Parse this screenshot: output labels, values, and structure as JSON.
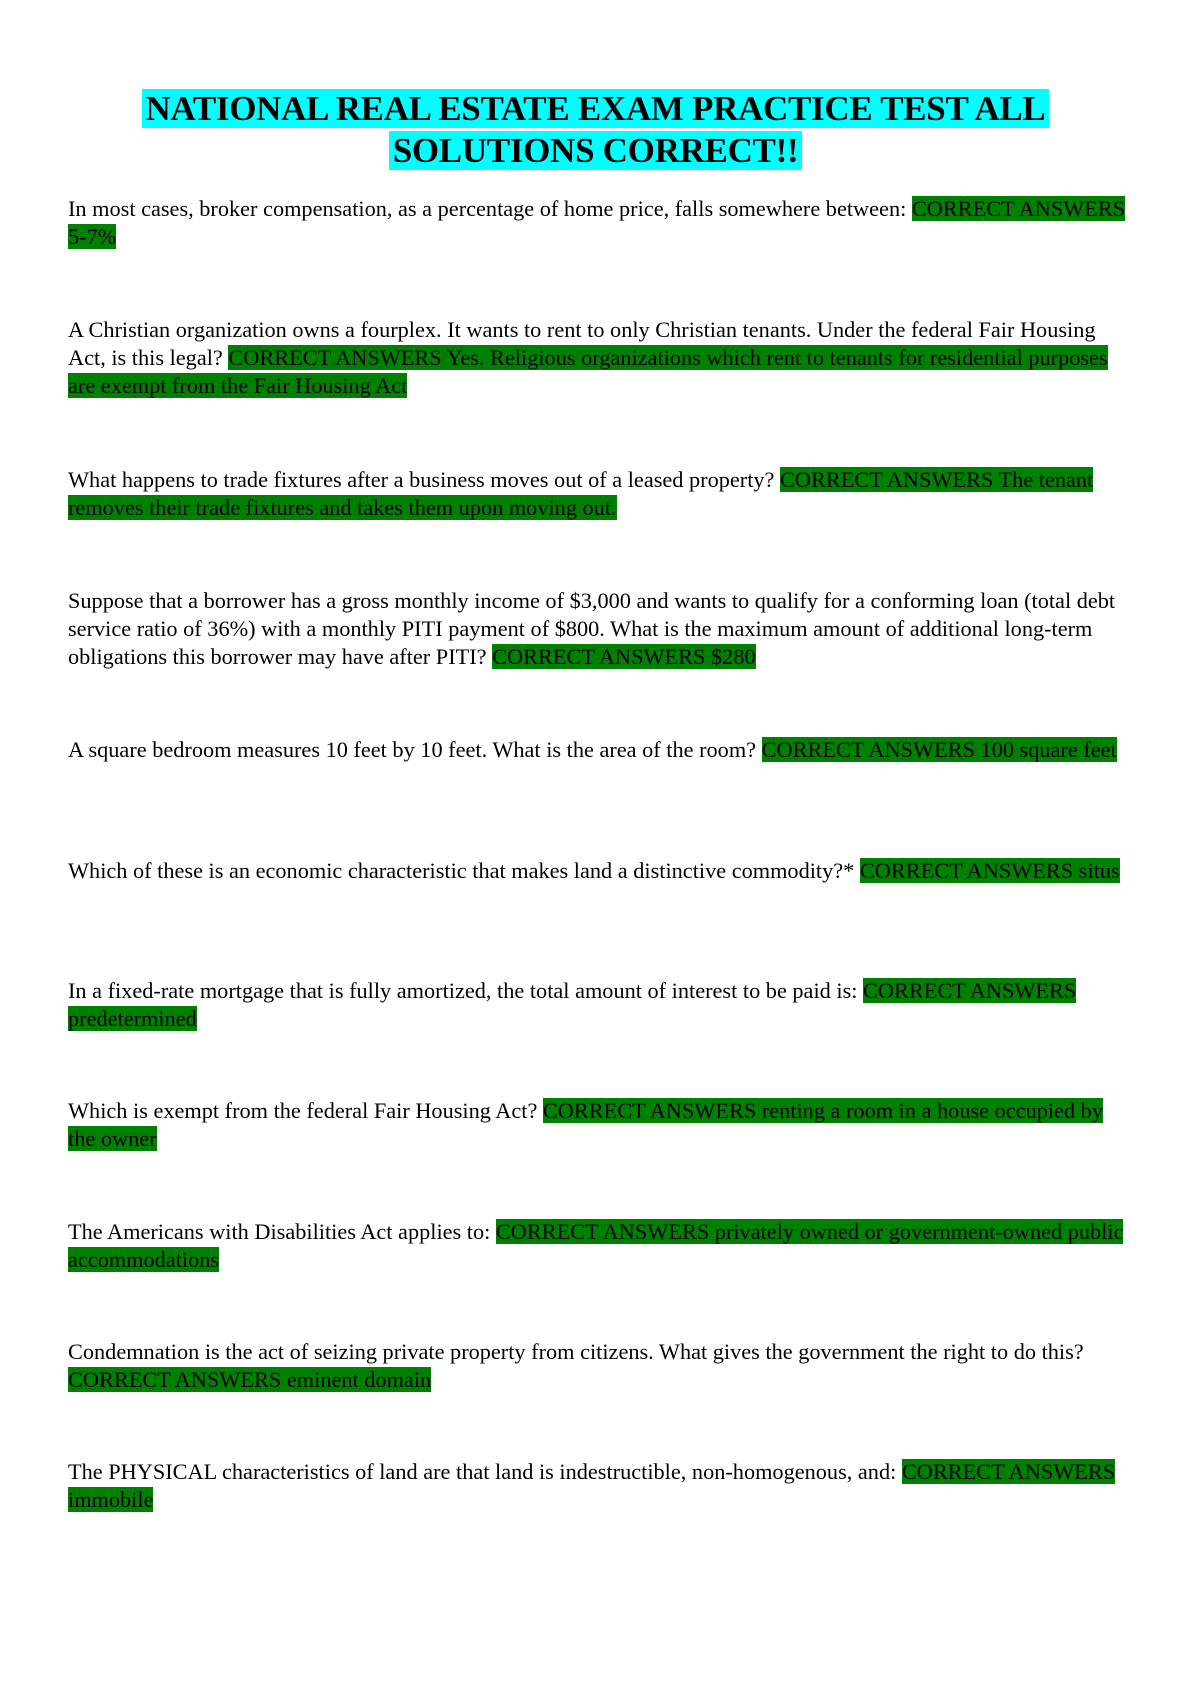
{
  "document": {
    "title_line1": "NATIONAL REAL ESTATE EXAM PRACTICE TEST ALL",
    "title_line2": "SOLUTIONS CORRECT!!",
    "colors": {
      "title_highlight": "#00ffff",
      "answer_highlight": "#008000",
      "text": "#000000"
    },
    "items": [
      {
        "question": "In most cases, broker compensation, as a percentage of home price, falls somewhere between: ",
        "answer": "CORRECT ANSWERS 5-7%"
      },
      {
        "question": "A Christian organization owns a fourplex. It wants to rent to only Christian tenants. Under the federal Fair Housing Act, is this legal? ",
        "answer": "CORRECT ANSWERS Yes. Religious organizations which rent to tenants for residential purposes are exempt from the Fair Housing Act"
      },
      {
        "question": "What happens to trade fixtures after a business moves out of a leased property? ",
        "answer": "CORRECT ANSWERS The tenant removes their trade fixtures and takes them upon moving out."
      },
      {
        "question": "Suppose that a borrower has a gross monthly income of $3,000 and wants to qualify for a conforming loan (total debt service ratio of 36%) with a monthly PITI payment of $800. What is the maximum amount of additional long-term obligations this borrower may have after PITI? ",
        "answer": "CORRECT ANSWERS $280"
      },
      {
        "question": "A square bedroom measures 10 feet by 10 feet. What is the area of the room? ",
        "answer": "CORRECT ANSWERS 100 square feet"
      },
      {
        "question": "Which of these is an economic characteristic that makes land a distinctive commodity?* ",
        "answer": "CORRECT ANSWERS situs"
      },
      {
        "question": "In a fixed-rate mortgage that is fully amortized, the total amount of interest to be paid is: ",
        "answer": "CORRECT ANSWERS predetermined"
      },
      {
        "question": "Which is exempt from the federal Fair Housing Act? ",
        "answer": "CORRECT ANSWERS renting a room in a house occupied by the owner"
      },
      {
        "question": "The Americans with Disabilities Act applies to: ",
        "answer": "CORRECT ANSWERS privately owned or government-owned public accommodations"
      },
      {
        "question": "Condemnation is the act of seizing private property from citizens. What gives the government the right to do this? ",
        "answer": "CORRECT ANSWERS eminent domain"
      },
      {
        "question": "The PHYSICAL characteristics of land are that land is indestructible, non-homogenous, and: ",
        "answer": "CORRECT ANSWERS immobile"
      }
    ]
  }
}
